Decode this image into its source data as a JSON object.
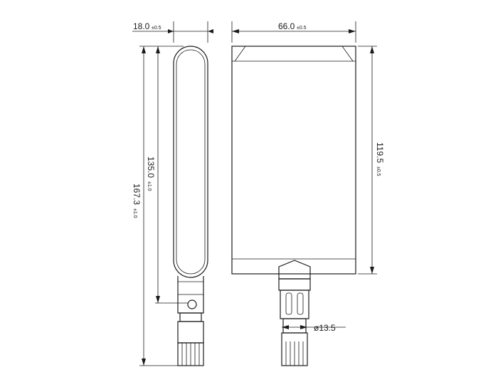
{
  "dimensions": {
    "side_thickness": {
      "value": "18.0",
      "tolerance": "±0.5"
    },
    "front_width": {
      "value": "66.0",
      "tolerance": "±0.5"
    },
    "blade_length": {
      "value": "135.0",
      "tolerance": "±1.0"
    },
    "total_length": {
      "value": "167.3",
      "tolerance": "±1.0"
    },
    "front_height": {
      "value": "119.5",
      "tolerance": "±0.5"
    },
    "connector_diameter": {
      "value": "ø13.5"
    }
  }
}
